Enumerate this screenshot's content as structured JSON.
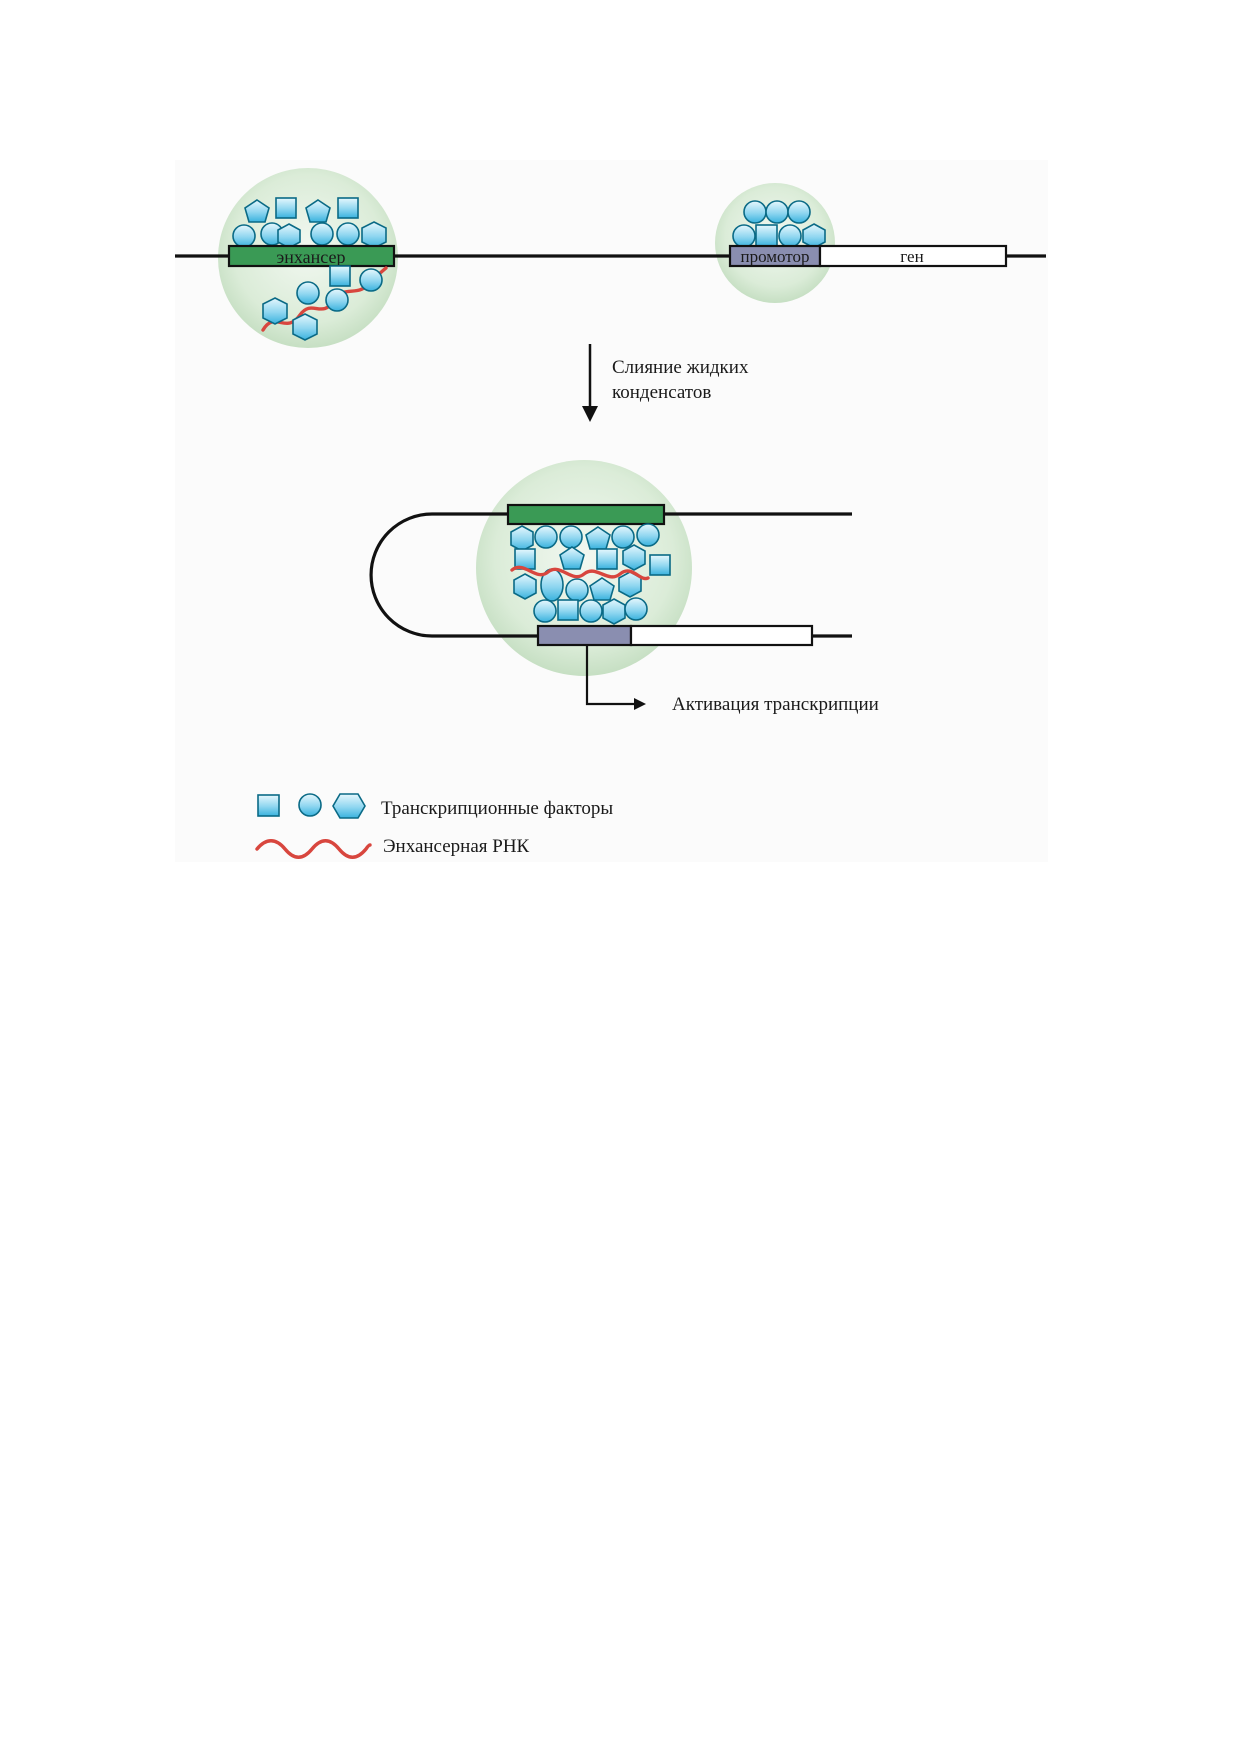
{
  "top": {
    "enhancer_label": "энхансер",
    "promoter_label": "промотор",
    "gene_label": "ген"
  },
  "process": {
    "fusion_label_line1": "Слияние жидких",
    "fusion_label_line2": "конденсатов",
    "activation_label": "Активация транскрипции"
  },
  "legend": {
    "tf_label": "Транскрипционные факторы",
    "rna_label": "Энхансерная РНК"
  },
  "colors": {
    "enhancer": "#3a9a55",
    "promoter": "#8a8eb0",
    "gene": "#ffffff",
    "tf_fill": "#6cc8ea",
    "rna": "#d8463e",
    "condensate": "#dbeed9",
    "panel_background": "#fbfbfb"
  },
  "icons": {
    "tf_shapes": [
      "square",
      "circle",
      "hexagon"
    ]
  }
}
